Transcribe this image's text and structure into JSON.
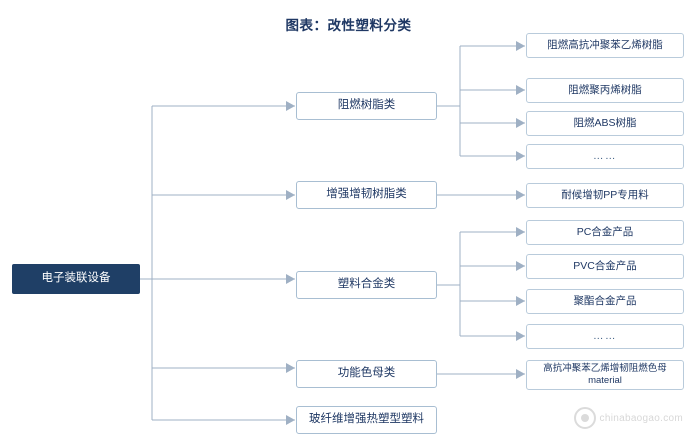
{
  "title": "图表：改性塑料分类",
  "colors": {
    "root_fill": "#1f3f66",
    "node_border": "#9fb6cd",
    "text": "#1f3864",
    "line": "#9fb0c4"
  },
  "root": {
    "label": "电子装联设备"
  },
  "level2": [
    {
      "label": "阻燃树脂类"
    },
    {
      "label": "增强增韧树脂类"
    },
    {
      "label": "塑料合金类"
    },
    {
      "label": "功能色母类"
    },
    {
      "label": "玻纤维增强热塑型塑料"
    }
  ],
  "level3": {
    "flame_retardant": [
      {
        "label": "阻燃高抗冲聚苯乙烯树脂"
      },
      {
        "label": "阻燃聚丙烯树脂"
      },
      {
        "label": "阻燃ABS树脂"
      },
      {
        "label": "……"
      }
    ],
    "reinforced": [
      {
        "label": "耐候增韧PP专用料"
      }
    ],
    "alloy": [
      {
        "label": "PC合金产品"
      },
      {
        "label": "PVC合金产品"
      },
      {
        "label": "聚酯合金产品"
      },
      {
        "label": "……"
      }
    ],
    "masterbatch": [
      {
        "label": "高抗冲聚苯乙烯增韧阻燃色母material"
      }
    ]
  },
  "watermark": {
    "text": "chinabaogao.com"
  }
}
